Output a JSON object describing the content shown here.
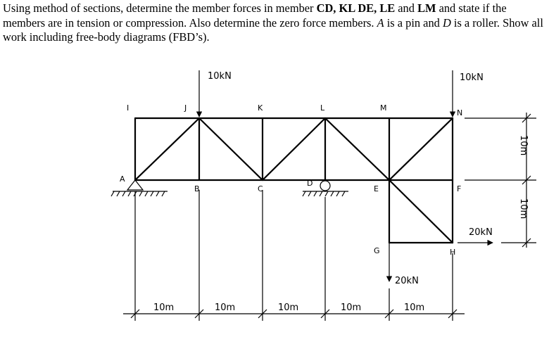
{
  "problem": {
    "t1": "Using method of sections, determine the member forces in member ",
    "b1": "CD, KL DE, LE",
    "t2": " and ",
    "b2": "LM",
    "t3": " and state if the members are in tension or compression. Also determine the zero force members. ",
    "i1": "A",
    "t4": " is a pin and ",
    "i2": "D",
    "t5": " is a roller. Show all work including free-body diagrams (FBD’s)."
  },
  "nodes": {
    "I": "I",
    "J": "J",
    "K": "K",
    "L": "L",
    "M": "M",
    "N": "N",
    "A": "A",
    "B": "B",
    "C": "C",
    "D": "D",
    "E": "E",
    "F": "F",
    "G": "G",
    "H": "H"
  },
  "loads": {
    "j_down": "10kN",
    "n_down": "10kN",
    "g_down": "20kN",
    "h_right": "20kN"
  },
  "dimensions": {
    "span1": "10m",
    "span2": "10m",
    "span3": "10m",
    "span4": "10m",
    "span5": "10m",
    "height_upper": "10m",
    "height_lower": "10m"
  }
}
